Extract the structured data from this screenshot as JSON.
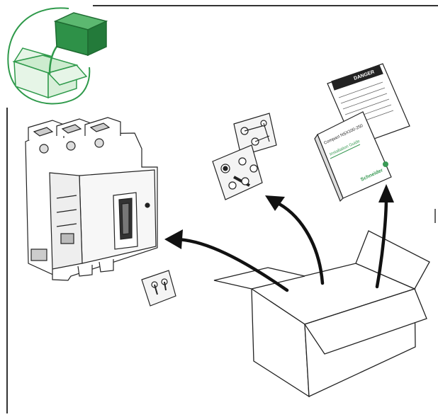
{
  "document": {
    "warning_title": "DANGER",
    "guide_title": "Compact NSX100-250",
    "guide_subtitle": "Installation Guide",
    "brand": "Schneider"
  },
  "colors": {
    "icon_green": "#2f9a4b",
    "icon_green_light": "#d8efd9",
    "line": "#1a1a1a",
    "guide_green": "#3a9a55"
  }
}
